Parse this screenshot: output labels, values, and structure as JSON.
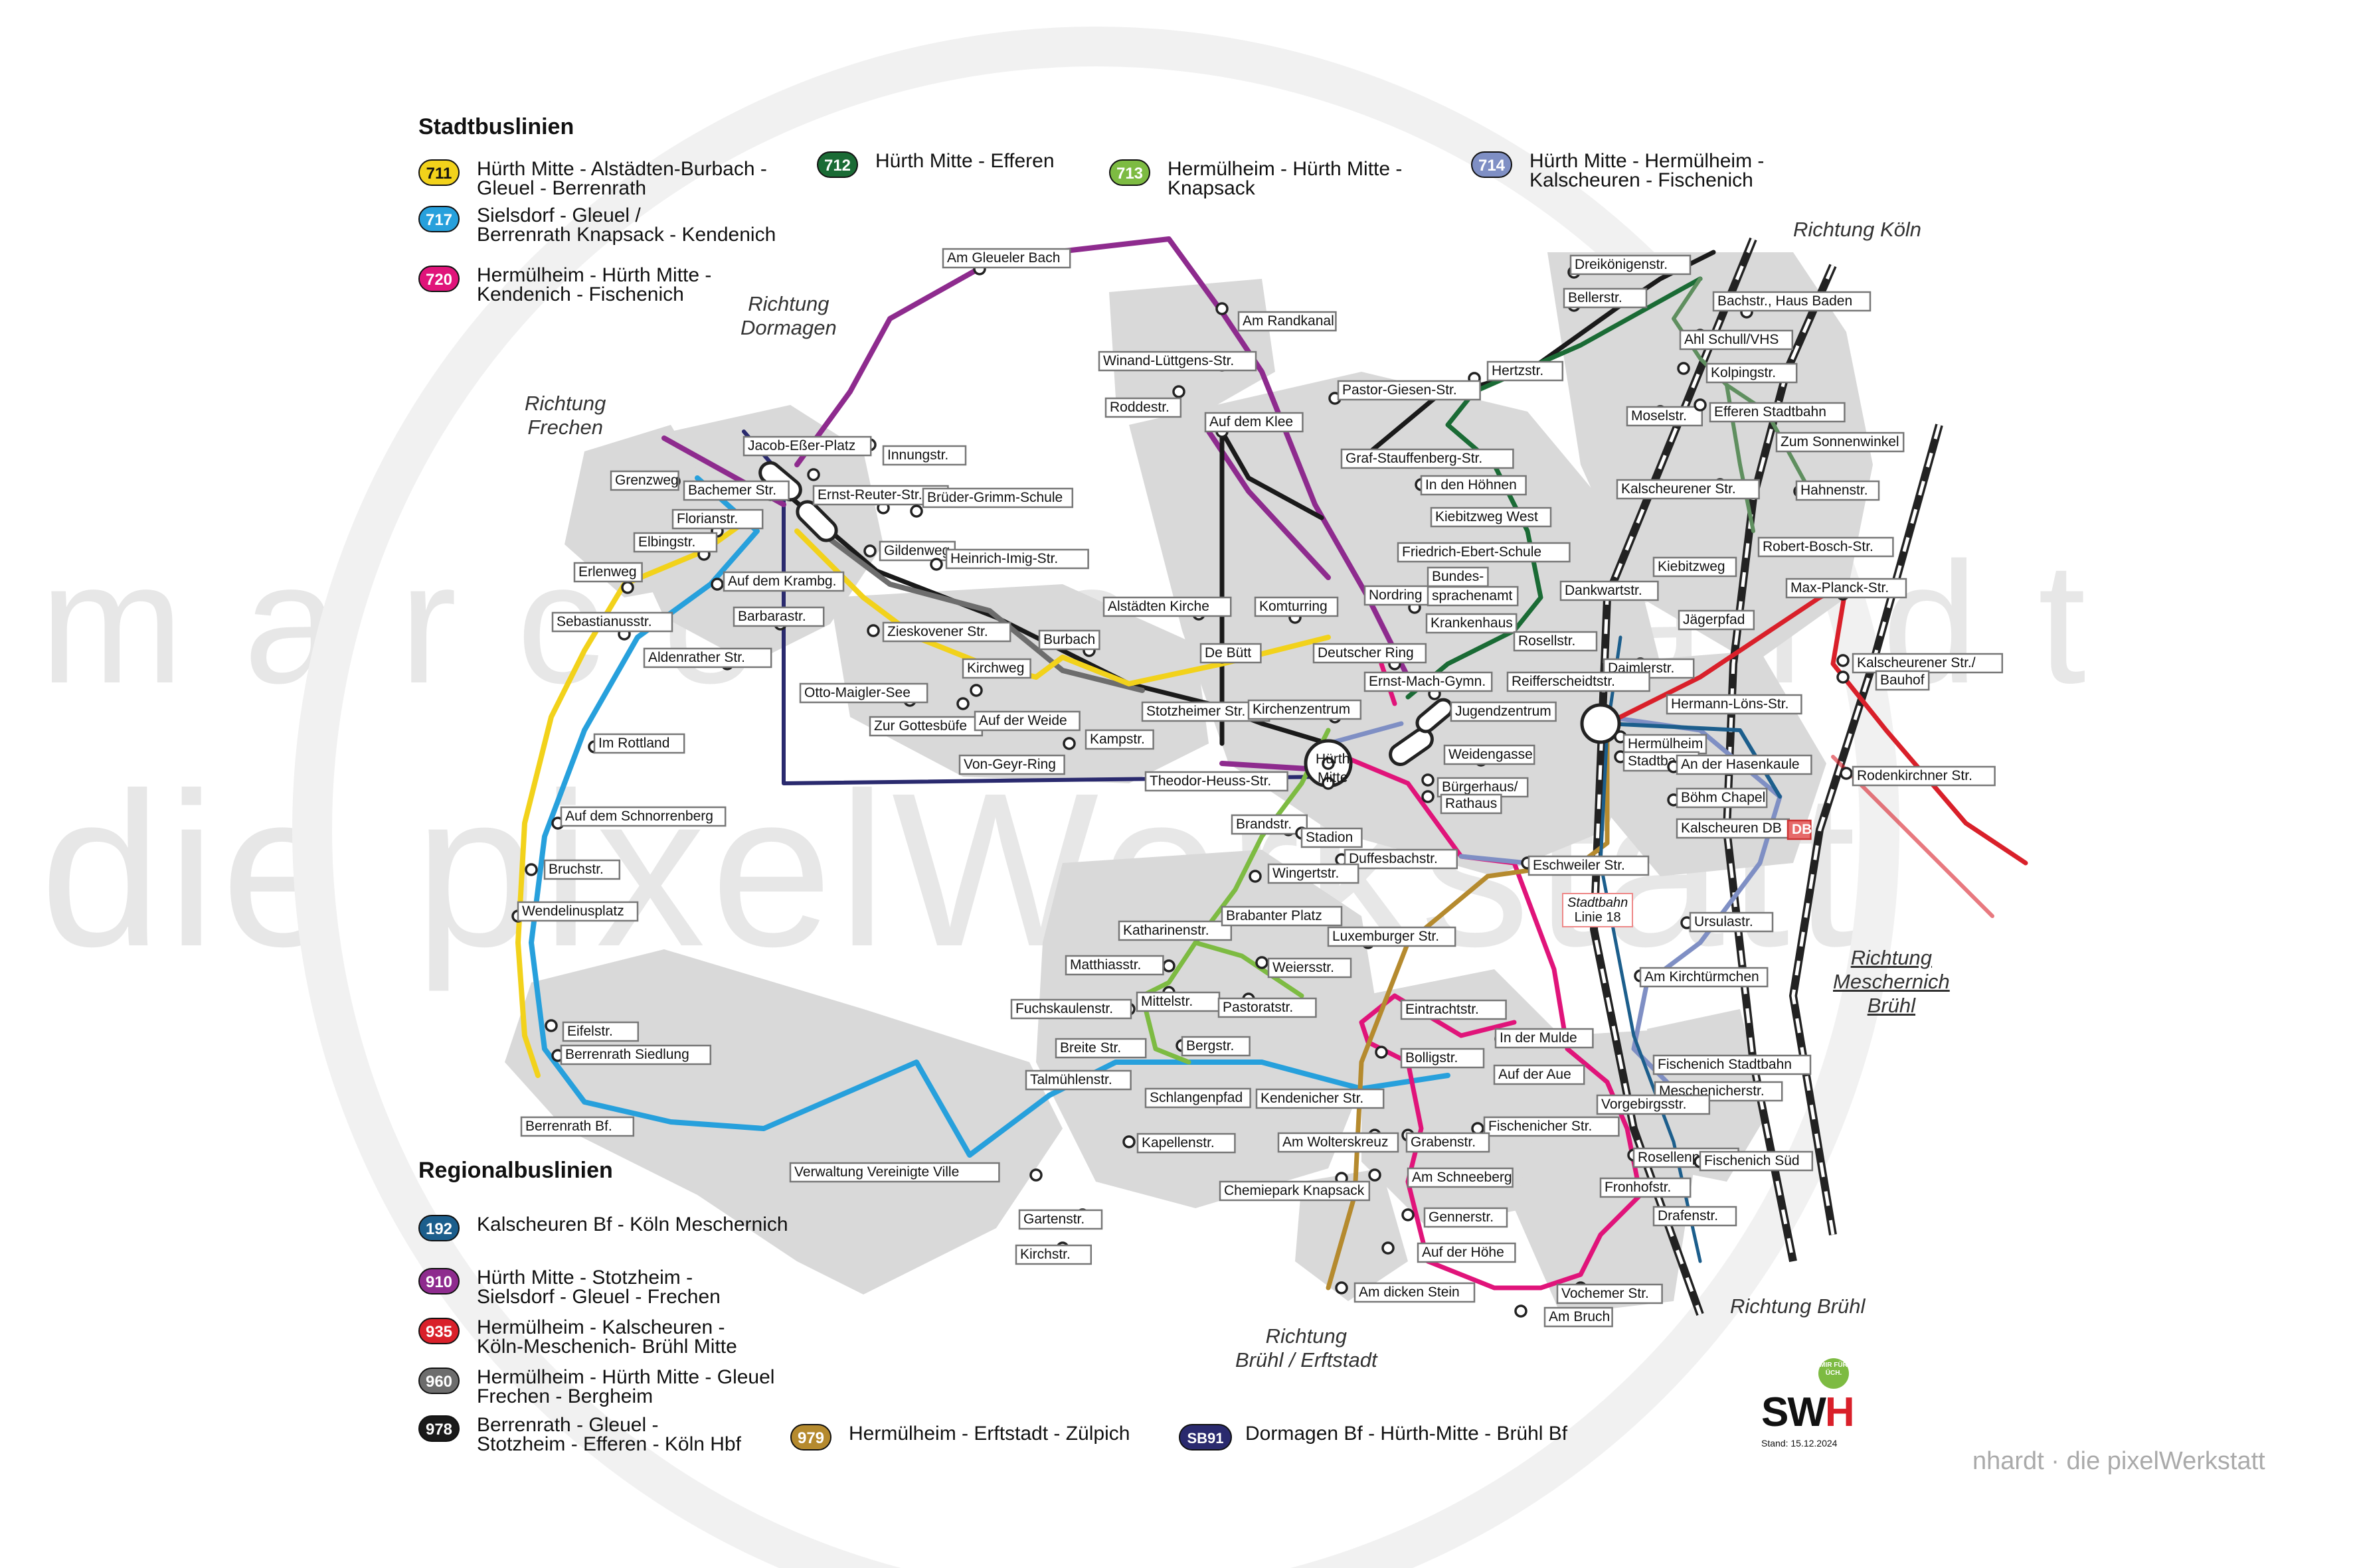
{
  "titles": {
    "stadtbus": "Stadtbuslinien",
    "regional": "Regionalbuslinien"
  },
  "watermark": {
    "line1": "marco reinhardt",
    "line2": "die pixelWerkstatt",
    "footer": "nhardt · die pixelWerkstatt"
  },
  "stadtbus_lines": [
    {
      "num": "711",
      "color": "#f2d21b",
      "text_color": "#111",
      "desc1": "Hürth Mitte - Alstädten-Burbach -",
      "desc2": "Gleuel - Berrenrath"
    },
    {
      "num": "712",
      "color": "#1a6b35",
      "text_color": "#fff",
      "desc1": "Hürth Mitte - Efferen",
      "desc2": ""
    },
    {
      "num": "713",
      "color": "#7dbb42",
      "text_color": "#fff",
      "desc1": "Hermülheim - Hürth Mitte -",
      "desc2": "Knapsack"
    },
    {
      "num": "714",
      "color": "#7f8fc4",
      "text_color": "#fff",
      "desc1": "Hürth Mitte - Hermülheim -",
      "desc2": "Kalscheuren - Fischenich"
    },
    {
      "num": "717",
      "color": "#27a0dc",
      "text_color": "#fff",
      "desc1": "Sielsdorf - Gleuel  /",
      "desc2": "Berrenrath Knapsack - Kendenich"
    },
    {
      "num": "720",
      "color": "#e0147a",
      "text_color": "#fff",
      "desc1": "Hermülheim - Hürth Mitte -",
      "desc2": "Kendenich - Fischenich"
    }
  ],
  "regional_lines": [
    {
      "num": "192",
      "color": "#1c5e8c",
      "text_color": "#fff",
      "desc1": "Kalscheuren Bf - Köln Meschernich",
      "desc2": ""
    },
    {
      "num": "910",
      "color": "#8e2b8e",
      "text_color": "#fff",
      "desc1": "Hürth Mitte - Stotzheim -",
      "desc2": "Sielsdorf - Gleuel - Frechen"
    },
    {
      "num": "935",
      "color": "#d9202a",
      "text_color": "#fff",
      "desc1": "Hermülheim - Kalscheuren -",
      "desc2": "Köln-Meschenich- Brühl Mitte"
    },
    {
      "num": "960",
      "color": "#6d6d6d",
      "text_color": "#fff",
      "desc1": "Hermülheim - Hürth Mitte - Gleuel",
      "desc2": "Frechen - Bergheim"
    },
    {
      "num": "978",
      "color": "#1a1a1a",
      "text_color": "#fff",
      "desc1": "Berrenrath - Gleuel -",
      "desc2": "Stotzheim - Efferen - Köln Hbf"
    },
    {
      "num": "979",
      "color": "#b58a2e",
      "text_color": "#fff",
      "desc1": "Hermülheim - Erftstadt - Zülpich",
      "desc2": ""
    },
    {
      "num": "SB91",
      "color": "#2a2a6e",
      "text_color": "#fff",
      "desc1": "Dormagen Bf - Hürth-Mitte - Brühl Bf",
      "desc2": ""
    }
  ],
  "directions": [
    {
      "id": "dormagen",
      "l1": "Richtung",
      "l2": "Dormagen",
      "underline": false
    },
    {
      "id": "frechen",
      "l1": "Richtung",
      "l2": "Frechen",
      "underline": false
    },
    {
      "id": "koeln",
      "l1": "Richtung Köln",
      "l2": "",
      "underline": false
    },
    {
      "id": "meschenich",
      "l1": "Richtung",
      "l2": "Meschernich",
      "l3": "Brühl",
      "underline": true
    },
    {
      "id": "bruehl",
      "l1": "Richtung Brühl",
      "l2": "",
      "underline": false
    },
    {
      "id": "erftstadt",
      "l1": "Richtung",
      "l2": "Brühl / Erftstadt",
      "underline": false
    }
  ],
  "stops": [
    {
      "name": "Am Gleueler Bach"
    },
    {
      "name": "Am Randkanal"
    },
    {
      "name": "Winand-Lüttgens-Str."
    },
    {
      "name": "Roddestr."
    },
    {
      "name": "Auf dem Klee"
    },
    {
      "name": "Innungstr."
    },
    {
      "name": "Jacob-Eßer-Platz"
    },
    {
      "name": "Grenzweg"
    },
    {
      "name": "Bachemer Str."
    },
    {
      "name": "Ernst-Reuter-Str."
    },
    {
      "name": "Brüder-Grimm-Schule"
    },
    {
      "name": "Florianstr."
    },
    {
      "name": "Gildenweg"
    },
    {
      "name": "Elbingstr."
    },
    {
      "name": "Heinrich-Imig-Str."
    },
    {
      "name": "Erlenweg"
    },
    {
      "name": "Auf dem Krambg."
    },
    {
      "name": "Barbarastr."
    },
    {
      "name": "Sebastianusstr."
    },
    {
      "name": "Zieskovener Str."
    },
    {
      "name": "Aldenrather Str."
    },
    {
      "name": "Otto-Maigler-See"
    },
    {
      "name": "Kirchweg"
    },
    {
      "name": "Burbach"
    },
    {
      "name": "Alstädten Kirche"
    },
    {
      "name": "Komturring"
    },
    {
      "name": "Nordring"
    },
    {
      "name": "De Bütt"
    },
    {
      "name": "Deutscher Ring"
    },
    {
      "name": "Zur Gottesbüfe"
    },
    {
      "name": "Auf der Weide"
    },
    {
      "name": "Stotzheimer Str."
    },
    {
      "name": "Kirchenzentrum"
    },
    {
      "name": "Ernst-Mach-Gymn."
    },
    {
      "name": "Im Rottland"
    },
    {
      "name": "Von-Geyr-Ring"
    },
    {
      "name": "Kampstr."
    },
    {
      "name": "Theodor-Heuss-Str."
    },
    {
      "name": "Hürth"
    },
    {
      "name": "Mitte"
    },
    {
      "name": "Auf dem Schnorrenberg"
    },
    {
      "name": "Brandstr."
    },
    {
      "name": "Stadion"
    },
    {
      "name": "Duffesbachstr."
    },
    {
      "name": "Bruchstr."
    },
    {
      "name": "Wingertstr."
    },
    {
      "name": "Wendelinusplatz"
    },
    {
      "name": "Katharinenstr."
    },
    {
      "name": "Brabanter Platz"
    },
    {
      "name": "Weiersstr."
    },
    {
      "name": "Matthiasstr."
    },
    {
      "name": "Mittelstr."
    },
    {
      "name": "Pastoratstr."
    },
    {
      "name": "Fuchskaulenstr."
    },
    {
      "name": "Luxemburger Str."
    },
    {
      "name": "Eifelstr."
    },
    {
      "name": "Berrenrath Siedlung"
    },
    {
      "name": "Breite Str."
    },
    {
      "name": "Bergstr."
    },
    {
      "name": "Talmühlenstr."
    },
    {
      "name": "Schlangenpfad"
    },
    {
      "name": "Kendenicher Str."
    },
    {
      "name": "Berrenrath Bf."
    },
    {
      "name": "Kapellenstr."
    },
    {
      "name": "Am Wolterskreuz"
    },
    {
      "name": "Verwaltung Vereinigte Ville"
    },
    {
      "name": "Chemiepark Knapsack"
    },
    {
      "name": "Gartenstr."
    },
    {
      "name": "Kirchstr."
    },
    {
      "name": "Am dicken Stein"
    },
    {
      "name": "Dreikönigenstr."
    },
    {
      "name": "Bellerstr."
    },
    {
      "name": "Bachstr., Haus Baden"
    },
    {
      "name": "Ahl Schull/VHS"
    },
    {
      "name": "Kolpingstr."
    },
    {
      "name": "Hertzstr."
    },
    {
      "name": "Moselstr."
    },
    {
      "name": "Efferen Stadtbahn"
    },
    {
      "name": "Pastor-Giesen-Str."
    },
    {
      "name": "Zum Sonnenwinkel"
    },
    {
      "name": "Graf-Stauffenberg-Str."
    },
    {
      "name": "Kalscheurener Str."
    },
    {
      "name": "Hahnenstr."
    },
    {
      "name": "In den Höhnen"
    },
    {
      "name": "Robert-Bosch-Str."
    },
    {
      "name": "Kiebitzweg West"
    },
    {
      "name": "Friedrich-Ebert-Schule"
    },
    {
      "name": "Kiebitzweg"
    },
    {
      "name": "Bundes-"
    },
    {
      "name": "sprachenamt"
    },
    {
      "name": "Dankwartstr."
    },
    {
      "name": "Max-Planck-Str."
    },
    {
      "name": "Krankenhaus"
    },
    {
      "name": "Jägerpfad"
    },
    {
      "name": "Rosellstr."
    },
    {
      "name": "Kalscheurener Str./"
    },
    {
      "name": "Bauhof"
    },
    {
      "name": "Daimlerstr."
    },
    {
      "name": "Reifferscheidtstr."
    },
    {
      "name": "Hermann-Löns-Str."
    },
    {
      "name": "Jugendzentrum"
    },
    {
      "name": "Hermülheim"
    },
    {
      "name": "Stadtbahn"
    },
    {
      "name": "An der Hasenkaule"
    },
    {
      "name": "Weidengasse"
    },
    {
      "name": "Rodenkirchner Str."
    },
    {
      "name": "Bürgerhaus/"
    },
    {
      "name": "Rathaus"
    },
    {
      "name": "Böhm Chapel"
    },
    {
      "name": "Kalscheuren DB"
    },
    {
      "name": "DB"
    },
    {
      "name": "Eschweiler Str."
    },
    {
      "name": "Ursulastr."
    },
    {
      "name": "Am Kirchtürmchen"
    },
    {
      "name": "Eintrachtstr."
    },
    {
      "name": "In der Mulde"
    },
    {
      "name": "Bolligstr."
    },
    {
      "name": "Auf der Aue"
    },
    {
      "name": "Fischenich Stadtbahn"
    },
    {
      "name": "Meschenicherstr."
    },
    {
      "name": "Vorgebirgsstr."
    },
    {
      "name": "Fischenicher Str."
    },
    {
      "name": "Grabenstr."
    },
    {
      "name": "Rosellenplatz"
    },
    {
      "name": "Fischenich Süd"
    },
    {
      "name": "Am Schneeberg"
    },
    {
      "name": "Fronhofstr."
    },
    {
      "name": "Gennerstr."
    },
    {
      "name": "Drafenstr."
    },
    {
      "name": "Auf der Höhe"
    },
    {
      "name": "Vochemer Str."
    },
    {
      "name": "Am Bruch"
    }
  ],
  "stadtbahn": {
    "l1": "Stadtbahn",
    "l2": "Linie 18"
  },
  "logo": {
    "letters": "SW",
    "accent": "H",
    "badge": "MIR FÜR ÜCH.",
    "stand": "Stand: 15.12.2024"
  },
  "colors": {
    "l711": "#f2d21b",
    "l712": "#1a6b35",
    "l713": "#7dbb42",
    "l714": "#7f8fc4",
    "l717": "#27a0dc",
    "l720": "#e0147a",
    "l192": "#1c5e8c",
    "l910": "#8e2b8e",
    "l935": "#d9202a",
    "l960": "#6d6d6d",
    "l978": "#1a1a1a",
    "l979": "#b58a2e",
    "sb91": "#2a2a6e",
    "area": "#d9d9d9"
  }
}
